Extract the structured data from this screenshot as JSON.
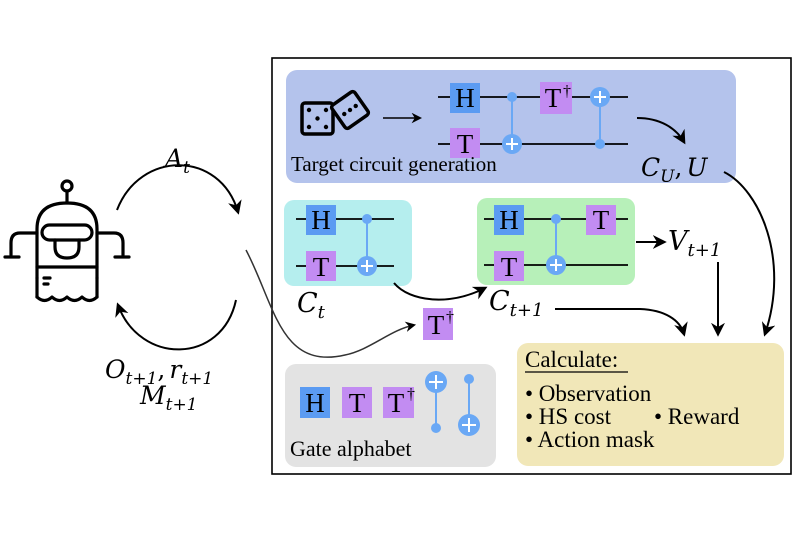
{
  "colors": {
    "h_gate": "#5b9bf2",
    "t_gate": "#c28cf2",
    "cnot": "#6aa8f5",
    "target_panel": "#b4c3ec",
    "ct_panel": "#b5eeee",
    "ct1_panel": "#b7f0b9",
    "alphabet_panel": "#e3e3e3",
    "calc_panel": "#f1e7b8",
    "line": "#000000"
  },
  "agent": {
    "icon": "robot-icon",
    "action_label": "A",
    "action_sub": "t",
    "obs_label_1": "O",
    "obs_sub_1": "t+1",
    "obs_sep": ",",
    "obs_label_2": "r",
    "obs_sub_2": "t+1",
    "mask_label": "M",
    "mask_sub": "t+1"
  },
  "target": {
    "icon": "dice-icon",
    "title": "Target circuit generation",
    "gates": [
      "H",
      "T",
      "T",
      "†"
    ],
    "output_label_c": "C",
    "output_sub_c": "U",
    "output_sep": ",",
    "output_label_u": "U"
  },
  "current": {
    "label": "C",
    "sub": "t",
    "gates": [
      "H",
      "T"
    ]
  },
  "next": {
    "label": "C",
    "sub": "t+1",
    "gates": [
      "H",
      "T",
      "T"
    ],
    "unitary_label": "V",
    "unitary_sub": "t+1"
  },
  "action_gate": {
    "base": "T",
    "dagger": "†"
  },
  "alphabet": {
    "title": "Gate alphabet",
    "gates": [
      "H",
      "T",
      "T"
    ],
    "dagger": "†"
  },
  "calculate": {
    "title": "Calculate:",
    "items": [
      "• Observation",
      "• HS cost",
      "• Reward",
      "• Action mask"
    ]
  }
}
